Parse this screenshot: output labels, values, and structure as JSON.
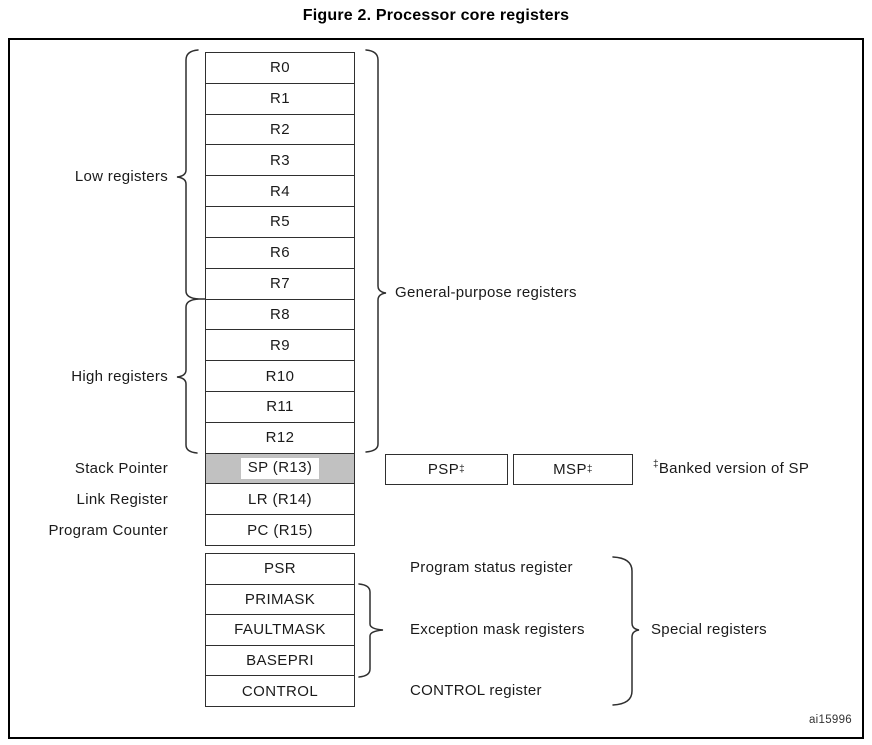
{
  "title": "Figure 2. Processor core registers",
  "watermark": "ai15996",
  "colors": {
    "sp_fill": "#c1c1c1",
    "line": "#2f2f2f",
    "text": "#1a1a1a"
  },
  "registers": {
    "general": [
      "R0",
      "R1",
      "R2",
      "R3",
      "R4",
      "R5",
      "R6",
      "R7",
      "R8",
      "R9",
      "R10",
      "R11",
      "R12"
    ],
    "sp": "SP (R13)",
    "lr": "LR (R14)",
    "pc": "PC (R15)",
    "special": [
      "PSR",
      "PRIMASK",
      "FAULTMASK",
      "BASEPRI",
      "CONTROL"
    ]
  },
  "banked": {
    "psp": "PSP",
    "msp": "MSP",
    "dagger": "‡"
  },
  "left_labels": {
    "low": "Low registers",
    "high": "High registers",
    "sp": "Stack Pointer",
    "lr": "Link Register",
    "pc": "Program Counter"
  },
  "right_labels": {
    "general_purpose": "General-purpose registers",
    "banked_dagger": "‡",
    "banked_note": "Banked version of SP",
    "psr": "Program status register",
    "exception": "Exception mask registers",
    "control": "CONTROL register",
    "special": "Special registers"
  }
}
